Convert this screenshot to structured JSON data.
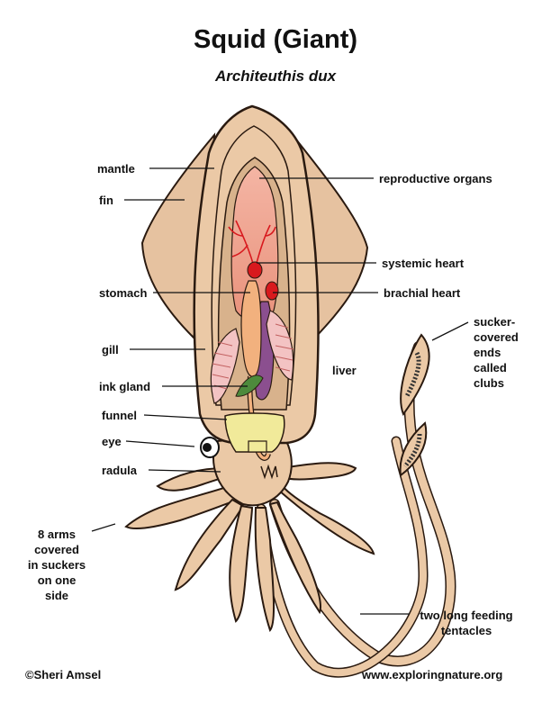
{
  "title": "Squid (Giant)",
  "subtitle": "Architeuthis dux",
  "labels": {
    "mantle": "mantle",
    "fin": "fin",
    "reproductive_organs": "reproductive organs",
    "systemic_heart": "systemic heart",
    "stomach": "stomach",
    "brachial_heart": "brachial heart",
    "sucker_clubs": [
      "sucker-",
      "covered",
      "ends",
      "called",
      "clubs"
    ],
    "gill": "gill",
    "liver": "liver",
    "ink_gland": "ink gland",
    "funnel": "funnel",
    "eye": "eye",
    "radula": "radula",
    "arms": [
      "8 arms",
      "covered",
      "in suckers",
      "on one",
      "side"
    ],
    "tentacles": [
      "two long feeding",
      "tentacles"
    ]
  },
  "footer": {
    "copyright": "©Sheri Amsel",
    "website": "www.exploringnature.org"
  },
  "colors": {
    "body": "#ebc9a6",
    "body_shadow": "#c9a07a",
    "outline": "#2a1a10",
    "mantle_cavity": "#d8b28c",
    "organs": "#f1a08c",
    "heart": "#d8191e",
    "liver": "#8b4f8f",
    "ink_gland": "#4d8a3c",
    "gill": "#f3c3c3",
    "funnel": "#f1ea9a"
  }
}
